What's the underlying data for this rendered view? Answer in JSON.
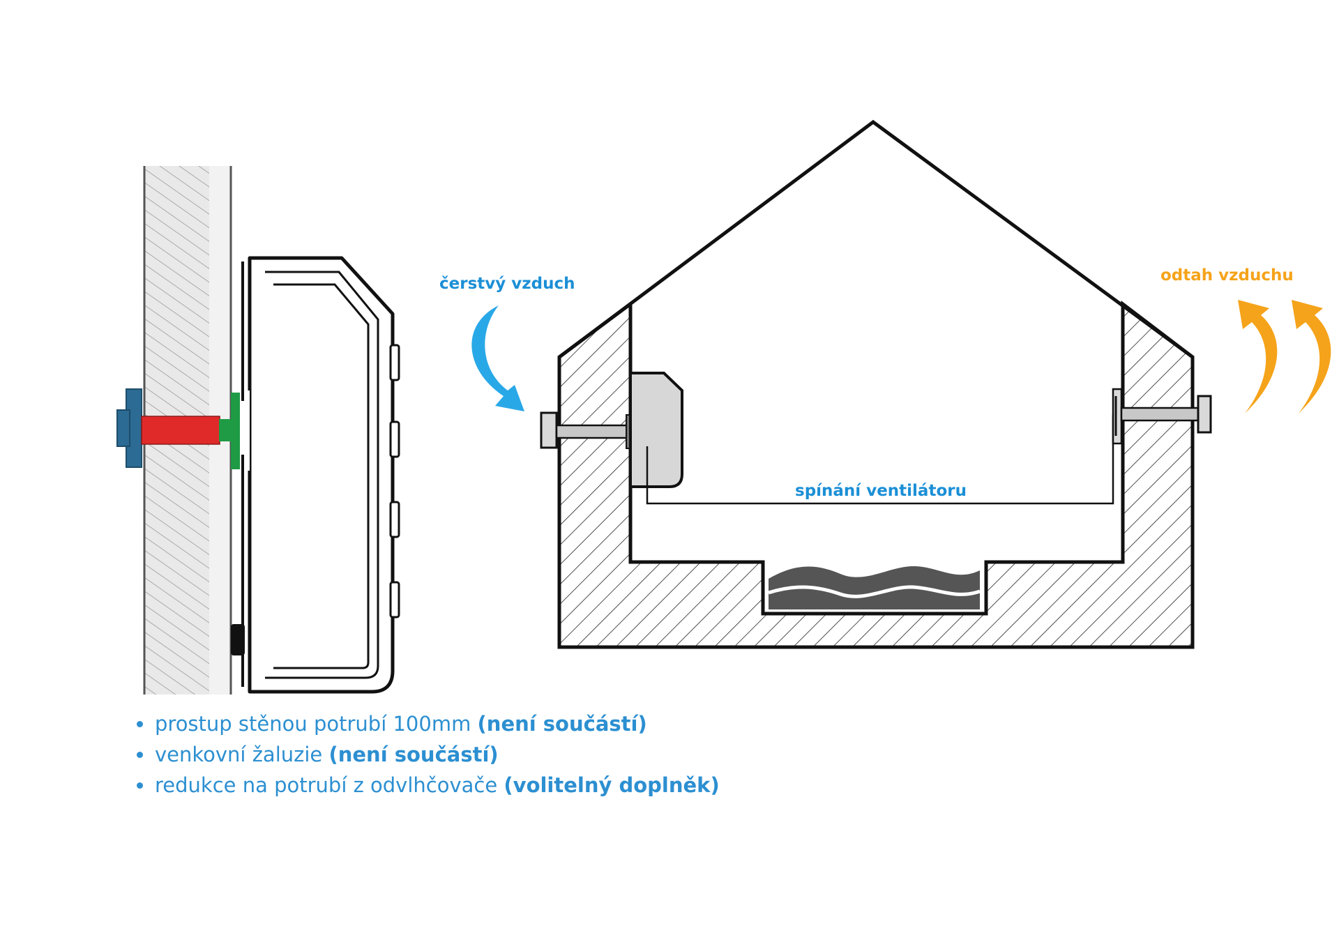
{
  "labels": {
    "fresh_air": "čerstvý vzduch",
    "exhaust_air": "odtah vzduchu",
    "fan_switching": "spínání ventilátoru"
  },
  "notes": [
    {
      "text": "prostup stěnou potrubí 100mm ",
      "emphasis": "(není součástí)"
    },
    {
      "text": "venkovní žaluzie ",
      "emphasis": "(není součástí)"
    },
    {
      "text": "redukce na potrubí z odvlhčovače ",
      "emphasis": "(volitelný doplněk)"
    }
  ],
  "colors": {
    "blue_text": "#1b8fd6",
    "orange_text": "#f5a31a",
    "pipe_red": "#e02a2a",
    "adapter_green": "#1f9a45",
    "louvre_blue": "#2c6b93",
    "arrow_blue": "#29a8e8",
    "arrow_orange": "#f5a31a"
  },
  "icons": {
    "fresh_air_arrow": "curved-arrow-down-right-icon",
    "exhaust_air_arrows": "curved-arrow-up-icon"
  }
}
